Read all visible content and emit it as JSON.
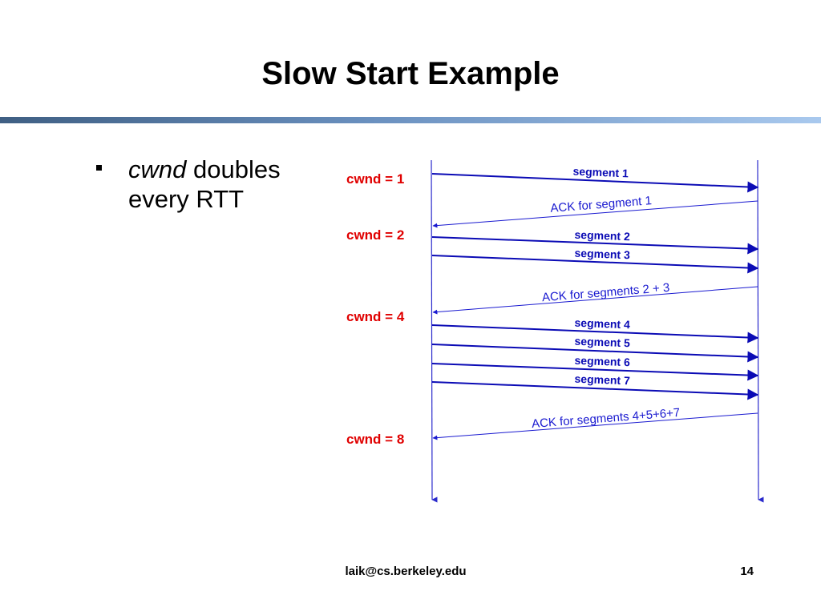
{
  "slide": {
    "title": "Slow Start Example",
    "bullet": {
      "emphasis": "cwnd",
      "rest": " doubles every RTT"
    },
    "footer": {
      "email": "laik@cs.berkeley.edu",
      "page": "14"
    }
  },
  "colors": {
    "cwnd_label": "#e00000",
    "segment": "#0b0bb5",
    "ack": "#1a1ad0",
    "timeline": "#2a2acc",
    "title_bar": "#5f86b8"
  },
  "diagram": {
    "cwnd_labels": [
      "cwnd = 1",
      "cwnd = 2",
      "cwnd = 4",
      "cwnd = 8"
    ],
    "segments": [
      "segment 1",
      "segment 2",
      "segment 3",
      "segment 4",
      "segment 5",
      "segment 6",
      "segment 7"
    ],
    "acks": [
      "ACK for segment 1",
      "ACK for segments 2 + 3",
      "ACK for segments 4+5+6+7"
    ]
  }
}
